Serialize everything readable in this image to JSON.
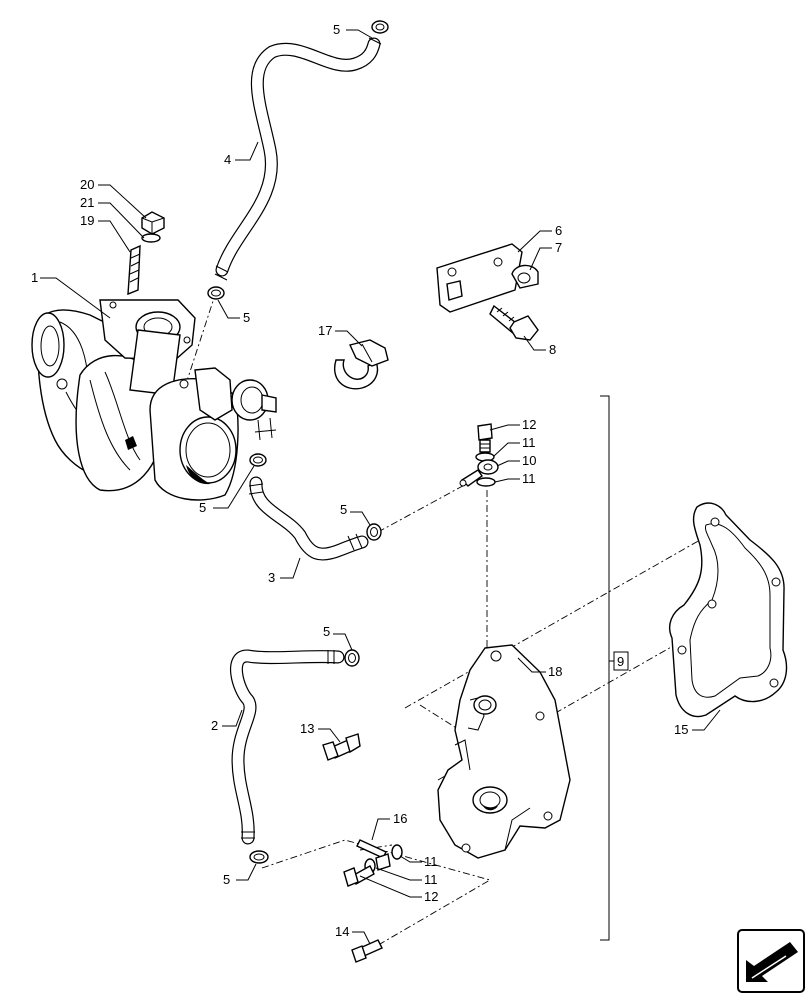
{
  "callouts": [
    {
      "id": "c5a",
      "text": "5"
    },
    {
      "id": "c4",
      "text": "4"
    },
    {
      "id": "c20",
      "text": "20"
    },
    {
      "id": "c21",
      "text": "21"
    },
    {
      "id": "c19",
      "text": "19"
    },
    {
      "id": "c1",
      "text": "1"
    },
    {
      "id": "c5b",
      "text": "5"
    },
    {
      "id": "c6",
      "text": "6"
    },
    {
      "id": "c7",
      "text": "7"
    },
    {
      "id": "c17",
      "text": "17"
    },
    {
      "id": "c8",
      "text": "8"
    },
    {
      "id": "c12a",
      "text": "12"
    },
    {
      "id": "c11a",
      "text": "11"
    },
    {
      "id": "c10",
      "text": "10"
    },
    {
      "id": "c11b",
      "text": "11"
    },
    {
      "id": "c5c",
      "text": "5"
    },
    {
      "id": "c5d",
      "text": "5"
    },
    {
      "id": "c3",
      "text": "3"
    },
    {
      "id": "c5e",
      "text": "5"
    },
    {
      "id": "c18",
      "text": "18"
    },
    {
      "id": "c9",
      "text": "9"
    },
    {
      "id": "c2",
      "text": "2"
    },
    {
      "id": "c13",
      "text": "13"
    },
    {
      "id": "c15",
      "text": "15"
    },
    {
      "id": "c16",
      "text": "16"
    },
    {
      "id": "c11c",
      "text": "11"
    },
    {
      "id": "c5f",
      "text": "5"
    },
    {
      "id": "c11d",
      "text": "11"
    },
    {
      "id": "c12b",
      "text": "12"
    },
    {
      "id": "c14",
      "text": "14"
    }
  ],
  "nav": {
    "icon": "next-page-arrow-icon"
  }
}
